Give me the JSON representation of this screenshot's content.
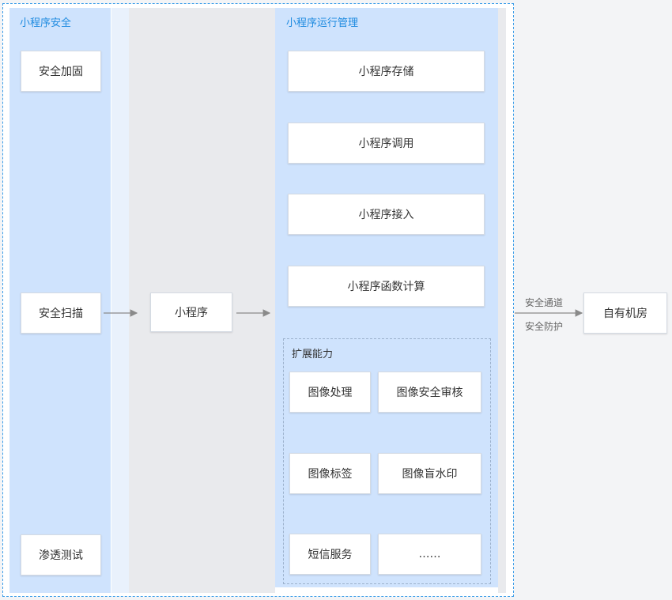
{
  "diagram": {
    "security_panel": {
      "title": "小程序安全",
      "items": [
        "安全加固",
        "安全扫描",
        "渗透测试"
      ]
    },
    "mini_program": {
      "label": "小程序"
    },
    "runtime_panel": {
      "title": "小程序运行管理",
      "items": [
        "小程序存储",
        "小程序调用",
        "小程序接入",
        "小程序函数计算"
      ],
      "extensions": {
        "title": "扩展能力",
        "items": [
          "图像处理",
          "图像安全审核",
          "图像标签",
          "图像盲水印",
          "短信服务",
          "……"
        ]
      }
    },
    "connection": {
      "labels": [
        "安全通道",
        "安全防护"
      ]
    },
    "data_center": {
      "label": "自有机房"
    }
  }
}
